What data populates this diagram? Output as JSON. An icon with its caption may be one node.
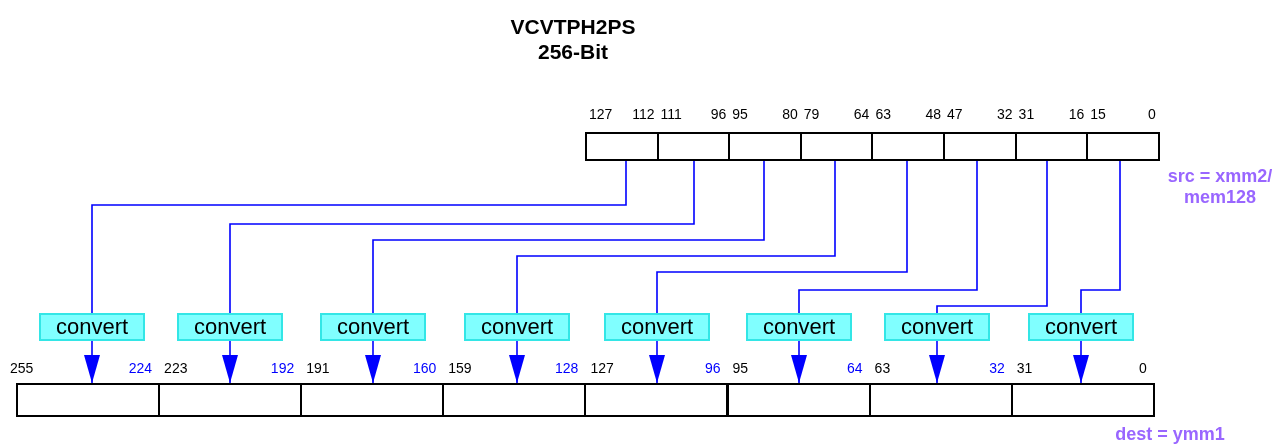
{
  "diagram": {
    "title": "VCVTPH2PS 256-Bit",
    "nodes": [
      {
        "text": [],
        "shape": "box"
      },
      {
        "text": [],
        "shape": "box"
      },
      {
        "text": [],
        "shape": "box"
      },
      {
        "text": [],
        "shape": "box"
      },
      {
        "text": [],
        "shape": "box"
      },
      {
        "text": [],
        "shape": "box"
      },
      {
        "text": [],
        "shape": "box"
      },
      {
        "text": [],
        "shape": "box"
      },
      {
        "text": [
          "convert"
        ]
      },
      {
        "text": [
          "convert"
        ]
      },
      {
        "text": [
          "convert"
        ]
      },
      {
        "text": [
          "convert"
        ]
      },
      {
        "text": [
          "convert"
        ]
      },
      {
        "text": [
          "convert"
        ]
      },
      {
        "text": [
          "convert"
        ]
      },
      {
        "text": [
          "convert"
        ]
      },
      {
        "text": [],
        "shape": "box"
      },
      {
        "text": [],
        "shape": "box"
      },
      {
        "text": [],
        "shape": "box"
      },
      {
        "text": [],
        "shape": "box"
      },
      {
        "text": [],
        "shape": "box"
      },
      {
        "text": [],
        "shape": "box"
      },
      {
        "text": [],
        "shape": "box"
      },
      {
        "text": [],
        "shape": "box"
      }
    ],
    "edges": [
      {
        "from": 0,
        "to": 8,
        "arrow": "none"
      },
      {
        "from": 8,
        "to": 16,
        "arrow": "to"
      },
      {
        "from": 1,
        "to": 9,
        "arrow": "none"
      },
      {
        "from": 9,
        "to": 17,
        "arrow": "to"
      },
      {
        "from": 2,
        "to": 10,
        "arrow": "none"
      },
      {
        "from": 10,
        "to": 18,
        "arrow": "to"
      },
      {
        "from": 3,
        "to": 11,
        "arrow": "none"
      },
      {
        "from": 11,
        "to": 19,
        "arrow": "to"
      },
      {
        "from": 4,
        "to": 12,
        "arrow": "none"
      },
      {
        "from": 12,
        "to": 20,
        "arrow": "to"
      },
      {
        "from": 5,
        "to": 13,
        "arrow": "none"
      },
      {
        "from": 13,
        "to": 21,
        "arrow": "to"
      },
      {
        "from": 6,
        "to": 14,
        "arrow": "none"
      },
      {
        "from": 14,
        "to": 22,
        "arrow": "to"
      },
      {
        "from": 7,
        "to": 15,
        "arrow": "none"
      },
      {
        "from": 15,
        "to": 23,
        "arrow": "to"
      }
    ],
    "labels": [
      "127",
      "112",
      "111",
      "96",
      "95",
      "80",
      "79",
      "64",
      "63",
      "48",
      "47",
      "32",
      "31",
      "16",
      "15",
      "0",
      "src = xmm2/ mem128",
      "255",
      "224",
      "223",
      "192",
      "191",
      "160",
      "159",
      "128",
      "127",
      "96",
      "95",
      "64",
      "63",
      "32",
      "31",
      "0",
      "dest = ymm1"
    ]
  }
}
